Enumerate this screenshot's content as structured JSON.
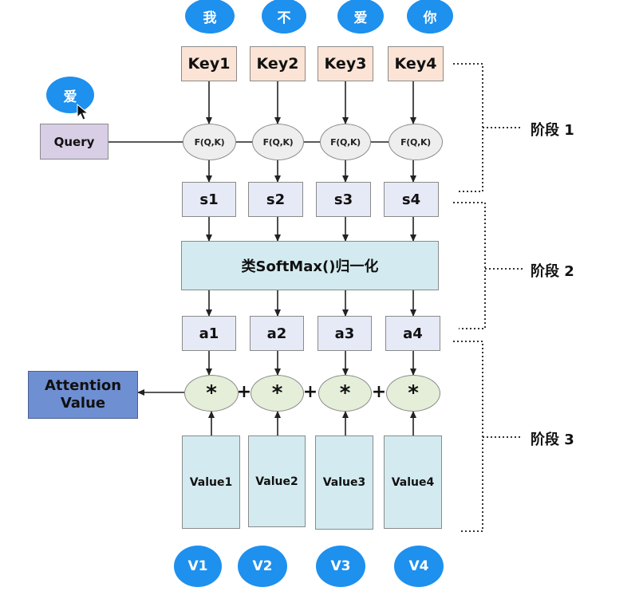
{
  "top_tokens": [
    "我",
    "不",
    "爱",
    "你"
  ],
  "keys": [
    "Key1",
    "Key2",
    "Key3",
    "Key4"
  ],
  "query_token": "爱",
  "query_label": "Query",
  "function_label": "F(Q,K)",
  "scores": [
    "s1",
    "s2",
    "s3",
    "s4"
  ],
  "softmax_label": "类SoftMax()归一化",
  "weights": [
    "a1",
    "a2",
    "a3",
    "a4"
  ],
  "multiply_symbol": "*",
  "plus_symbol": "+",
  "attention_value": {
    "line1": "Attention",
    "line2": "Value"
  },
  "values": [
    "Value1",
    "Value2",
    "Value3",
    "Value4"
  ],
  "value_tokens": [
    "V1",
    "V2",
    "V3",
    "V4"
  ],
  "stages": [
    "阶段 1",
    "阶段 2",
    "阶段 3"
  ],
  "colors": {
    "bubble": "#1e90ee",
    "key_fill": "#fbe4d5",
    "score_fill": "#e6eaf6",
    "softmax_fill": "#d3ebf0",
    "multiply_fill": "#e5eed8",
    "query_fill": "#d8cee5",
    "attention_fill": "#6f8fd3"
  }
}
